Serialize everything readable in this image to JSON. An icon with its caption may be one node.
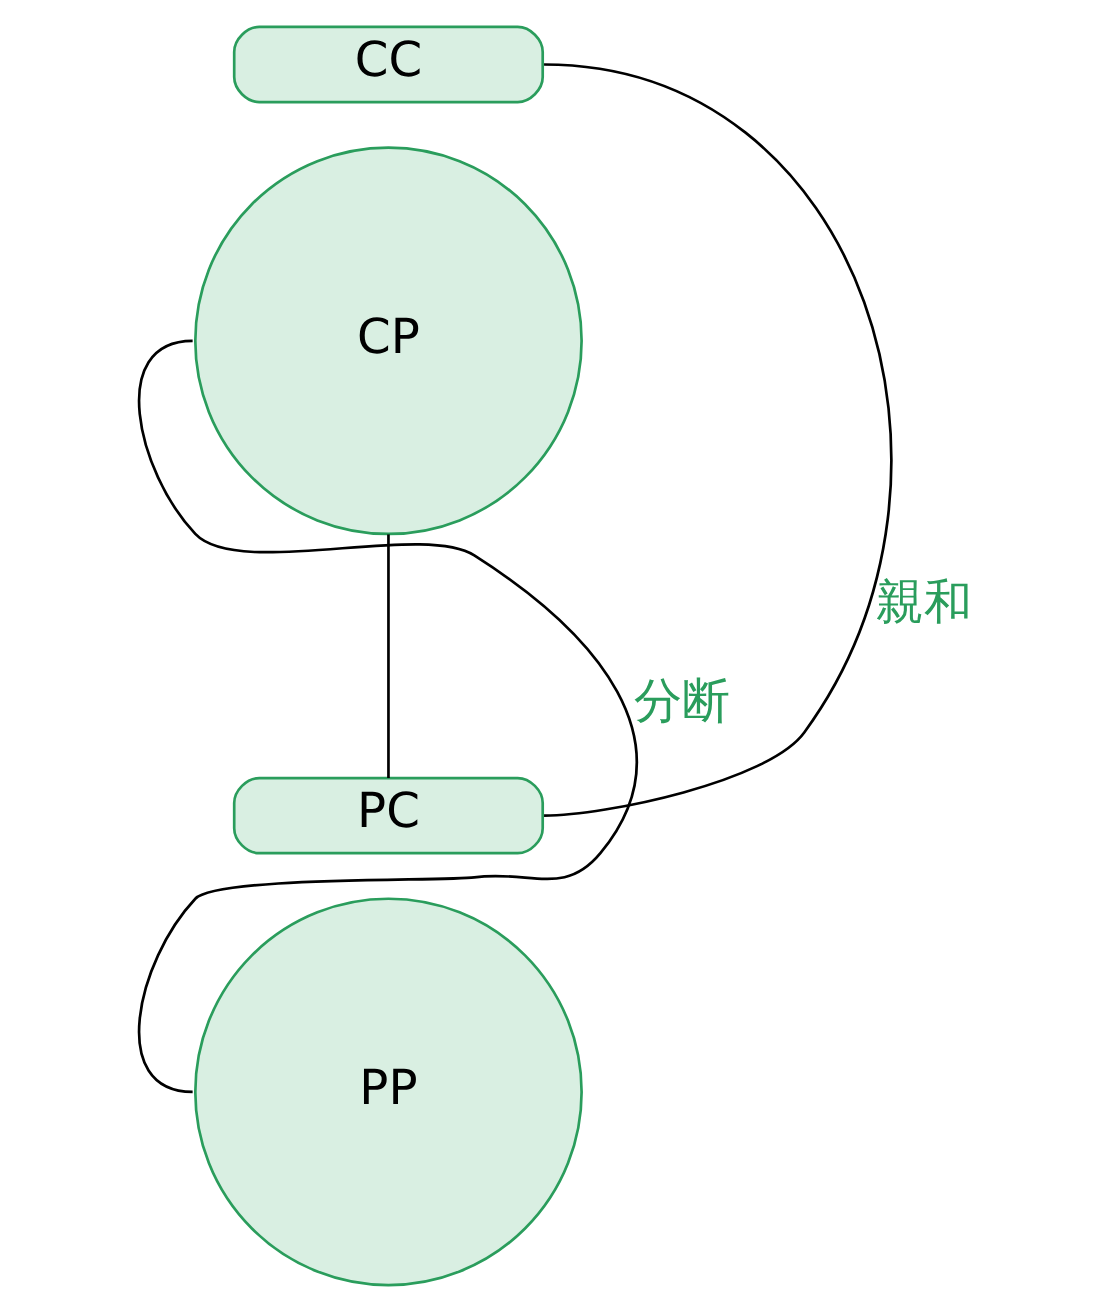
{
  "diagram": {
    "nodes": [
      {
        "text": [
          "CC"
        ]
      },
      {
        "text": [
          "CP"
        ]
      },
      {
        "text": [
          "PC"
        ]
      },
      {
        "text": [
          "PP"
        ]
      }
    ],
    "edges": [
      {
        "from": 0,
        "to": 2,
        "arrow": "none",
        "label": "親和"
      },
      {
        "from": 1,
        "to": 3,
        "arrow": "none",
        "label": "分断"
      },
      {
        "from": 1,
        "to": 2,
        "arrow": "none"
      }
    ]
  }
}
